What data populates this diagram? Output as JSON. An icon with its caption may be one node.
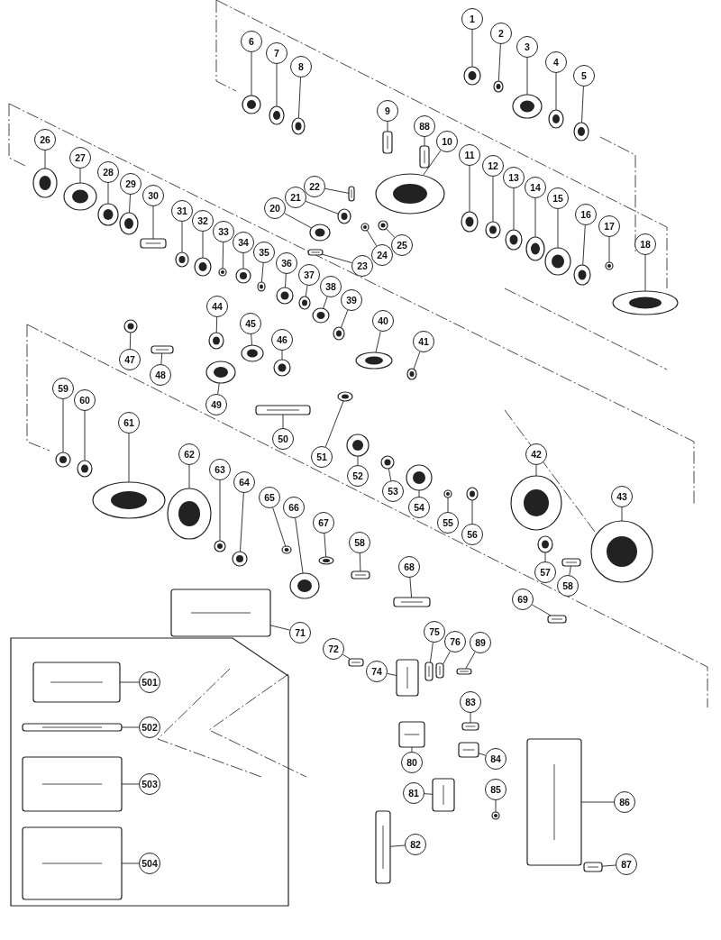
{
  "diagram": {
    "nodes": [
      {
        "text": [
          "1"
        ]
      },
      {
        "text": [
          "2"
        ]
      },
      {
        "text": [
          "3"
        ]
      },
      {
        "text": [
          "4"
        ]
      },
      {
        "text": [
          "5"
        ]
      },
      {
        "text": [
          "6"
        ]
      },
      {
        "text": [
          "7"
        ]
      },
      {
        "text": [
          "8"
        ]
      },
      {
        "text": [
          "9"
        ]
      },
      {
        "text": [
          "88"
        ]
      },
      {
        "text": [
          "10"
        ]
      },
      {
        "text": [
          "11"
        ]
      },
      {
        "text": [
          "12"
        ]
      },
      {
        "text": [
          "13"
        ]
      },
      {
        "text": [
          "14"
        ]
      },
      {
        "text": [
          "15"
        ]
      },
      {
        "text": [
          "16"
        ]
      },
      {
        "text": [
          "17"
        ]
      },
      {
        "text": [
          "18"
        ]
      },
      {
        "text": [
          "20"
        ]
      },
      {
        "text": [
          "21"
        ]
      },
      {
        "text": [
          "22"
        ]
      },
      {
        "text": [
          "23"
        ]
      },
      {
        "text": [
          "24"
        ]
      },
      {
        "text": [
          "25"
        ]
      },
      {
        "text": [
          "26"
        ]
      },
      {
        "text": [
          "27"
        ]
      },
      {
        "text": [
          "28"
        ]
      },
      {
        "text": [
          "29"
        ]
      },
      {
        "text": [
          "30"
        ]
      },
      {
        "text": [
          "31"
        ]
      },
      {
        "text": [
          "32"
        ]
      },
      {
        "text": [
          "33"
        ]
      },
      {
        "text": [
          "34"
        ]
      },
      {
        "text": [
          "35"
        ]
      },
      {
        "text": [
          "36"
        ]
      },
      {
        "text": [
          "37"
        ]
      },
      {
        "text": [
          "38"
        ]
      },
      {
        "text": [
          "39"
        ]
      },
      {
        "text": [
          "40"
        ]
      },
      {
        "text": [
          "41"
        ]
      },
      {
        "text": [
          "42"
        ]
      },
      {
        "text": [
          "43"
        ]
      },
      {
        "text": [
          "44"
        ]
      },
      {
        "text": [
          "45"
        ]
      },
      {
        "text": [
          "46"
        ]
      },
      {
        "text": [
          "47"
        ]
      },
      {
        "text": [
          "48"
        ]
      },
      {
        "text": [
          "49"
        ]
      },
      {
        "text": [
          "50"
        ]
      },
      {
        "text": [
          "51"
        ]
      },
      {
        "text": [
          "52"
        ]
      },
      {
        "text": [
          "53"
        ]
      },
      {
        "text": [
          "54"
        ]
      },
      {
        "text": [
          "55"
        ]
      },
      {
        "text": [
          "56"
        ]
      },
      {
        "text": [
          "57"
        ]
      },
      {
        "text": [
          "58"
        ]
      },
      {
        "text": [
          "59"
        ]
      },
      {
        "text": [
          "60"
        ]
      },
      {
        "text": [
          "61"
        ]
      },
      {
        "text": [
          "62"
        ]
      },
      {
        "text": [
          "63"
        ]
      },
      {
        "text": [
          "64"
        ]
      },
      {
        "text": [
          "65"
        ]
      },
      {
        "text": [
          "66"
        ]
      },
      {
        "text": [
          "67"
        ]
      },
      {
        "text": [
          "58"
        ]
      },
      {
        "text": [
          "68"
        ]
      },
      {
        "text": [
          "69"
        ]
      },
      {
        "text": [
          "71"
        ]
      },
      {
        "text": [
          "72"
        ]
      },
      {
        "text": [
          "74"
        ]
      },
      {
        "text": [
          "75"
        ]
      },
      {
        "text": [
          "76"
        ]
      },
      {
        "text": [
          "89"
        ]
      },
      {
        "text": [
          "80"
        ]
      },
      {
        "text": [
          "81"
        ]
      },
      {
        "text": [
          "82"
        ]
      },
      {
        "text": [
          "83"
        ]
      },
      {
        "text": [
          "84"
        ]
      },
      {
        "text": [
          "85"
        ]
      },
      {
        "text": [
          "86"
        ]
      },
      {
        "text": [
          "87"
        ]
      },
      {
        "text": [
          "501"
        ]
      },
      {
        "text": [
          "502"
        ]
      },
      {
        "text": [
          "503"
        ]
      },
      {
        "text": [
          "504"
        ]
      },
      {
        "text": [],
        "shape": "picture"
      },
      {
        "text": [],
        "shape": "picture"
      },
      {
        "text": [],
        "shape": "picture"
      },
      {
        "text": [],
        "shape": "picture"
      },
      {
        "text": [],
        "shape": "picture"
      },
      {
        "text": [],
        "shape": "picture"
      },
      {
        "text": [],
        "shape": "picture"
      },
      {
        "text": [],
        "shape": "picture"
      },
      {
        "text": [],
        "shape": "picture"
      },
      {
        "text": [],
        "shape": "picture"
      },
      {
        "text": [],
        "shape": "picture"
      },
      {
        "text": [],
        "shape": "picture"
      },
      {
        "text": [],
        "shape": "picture"
      },
      {
        "text": [],
        "shape": "picture"
      },
      {
        "text": [],
        "shape": "picture"
      },
      {
        "text": [],
        "shape": "picture"
      },
      {
        "text": [],
        "shape": "picture"
      },
      {
        "text": [],
        "shape": "picture"
      },
      {
        "text": [],
        "shape": "picture"
      },
      {
        "text": [],
        "shape": "picture"
      },
      {
        "text": [],
        "shape": "picture"
      },
      {
        "text": [],
        "shape": "picture"
      },
      {
        "text": [],
        "shape": "picture"
      },
      {
        "text": [],
        "shape": "picture"
      },
      {
        "text": [],
        "shape": "picture"
      },
      {
        "text": [],
        "shape": "picture"
      },
      {
        "text": [],
        "shape": "picture"
      },
      {
        "text": [],
        "shape": "picture"
      },
      {
        "text": [],
        "shape": "picture"
      },
      {
        "text": [],
        "shape": "picture"
      },
      {
        "text": [],
        "shape": "picture"
      },
      {
        "text": [],
        "shape": "picture"
      },
      {
        "text": [],
        "shape": "picture"
      },
      {
        "text": [],
        "shape": "picture"
      },
      {
        "text": [],
        "shape": "picture"
      },
      {
        "text": [],
        "shape": "picture"
      },
      {
        "text": [],
        "shape": "picture"
      },
      {
        "text": [],
        "shape": "picture"
      },
      {
        "text": [],
        "shape": "picture"
      },
      {
        "text": [],
        "shape": "picture"
      },
      {
        "text": [],
        "shape": "picture"
      },
      {
        "text": [],
        "shape": "picture"
      },
      {
        "text": [],
        "shape": "picture"
      },
      {
        "text": [],
        "shape": "picture"
      },
      {
        "text": [],
        "shape": "picture"
      },
      {
        "text": [],
        "shape": "picture"
      },
      {
        "text": [],
        "shape": "picture"
      },
      {
        "text": [],
        "shape": "picture"
      },
      {
        "text": [],
        "shape": "picture"
      },
      {
        "text": [],
        "shape": "picture"
      },
      {
        "text": [],
        "shape": "picture"
      },
      {
        "text": [],
        "shape": "picture"
      },
      {
        "text": [],
        "shape": "picture"
      },
      {
        "text": [],
        "shape": "picture"
      },
      {
        "text": [],
        "shape": "picture"
      },
      {
        "text": [],
        "shape": "picture"
      },
      {
        "text": [],
        "shape": "picture"
      },
      {
        "text": [],
        "shape": "picture"
      },
      {
        "text": [],
        "shape": "picture"
      },
      {
        "text": [],
        "shape": "picture"
      },
      {
        "text": [],
        "shape": "picture"
      },
      {
        "text": [],
        "shape": "picture"
      },
      {
        "text": [],
        "shape": "picture"
      },
      {
        "text": [],
        "shape": "picture"
      },
      {
        "text": [],
        "shape": "picture"
      },
      {
        "text": [],
        "shape": "picture"
      },
      {
        "text": [],
        "shape": "picture"
      },
      {
        "text": [],
        "shape": "picture"
      },
      {
        "text": [],
        "shape": "picture"
      },
      {
        "text": [],
        "shape": "picture"
      },
      {
        "text": [],
        "shape": "picture"
      },
      {
        "text": [],
        "shape": "picture"
      },
      {
        "text": [],
        "shape": "picture"
      },
      {
        "text": [],
        "shape": "picture"
      },
      {
        "text": [],
        "shape": "picture"
      },
      {
        "text": [],
        "shape": "picture"
      },
      {
        "text": [],
        "shape": "picture"
      },
      {
        "text": [],
        "shape": "picture"
      },
      {
        "text": [],
        "shape": "picture"
      },
      {
        "text": [],
        "shape": "picture"
      },
      {
        "text": [],
        "shape": "picture"
      },
      {
        "text": [],
        "shape": "picture"
      },
      {
        "text": [],
        "shape": "picture"
      },
      {
        "text": [],
        "shape": "picture"
      },
      {
        "text": [],
        "shape": "picture"
      },
      {
        "text": [],
        "shape": "picture"
      },
      {
        "text": [],
        "shape": "picture"
      },
      {
        "text": [],
        "shape": "picture"
      }
    ],
    "edges": [
      {
        "from": 0,
        "to": 88,
        "arrow": "none"
      },
      {
        "from": 1,
        "to": 89,
        "arrow": "none"
      },
      {
        "from": 2,
        "to": 90,
        "arrow": "none"
      },
      {
        "from": 3,
        "to": 91,
        "arrow": "none"
      },
      {
        "from": 4,
        "to": 92,
        "arrow": "none"
      },
      {
        "from": 5,
        "to": 93,
        "arrow": "none"
      },
      {
        "from": 6,
        "to": 94,
        "arrow": "none"
      },
      {
        "from": 7,
        "to": 95,
        "arrow": "none"
      },
      {
        "from": 8,
        "to": 96,
        "arrow": "none"
      },
      {
        "from": 9,
        "to": 97,
        "arrow": "none"
      },
      {
        "from": 10,
        "to": 98,
        "arrow": "none"
      },
      {
        "from": 11,
        "to": 99,
        "arrow": "none"
      },
      {
        "from": 12,
        "to": 100,
        "arrow": "none"
      },
      {
        "from": 13,
        "to": 101,
        "arrow": "none"
      },
      {
        "from": 14,
        "to": 102,
        "arrow": "none"
      },
      {
        "from": 15,
        "to": 103,
        "arrow": "none"
      },
      {
        "from": 16,
        "to": 104,
        "arrow": "none"
      },
      {
        "from": 17,
        "to": 105,
        "arrow": "none"
      },
      {
        "from": 18,
        "to": 106,
        "arrow": "none"
      },
      {
        "from": 19,
        "to": 107,
        "arrow": "none"
      },
      {
        "from": 20,
        "to": 108,
        "arrow": "none"
      },
      {
        "from": 21,
        "to": 109,
        "arrow": "none"
      },
      {
        "from": 22,
        "to": 110,
        "arrow": "none"
      },
      {
        "from": 23,
        "to": 111,
        "arrow": "none"
      },
      {
        "from": 24,
        "to": 112,
        "arrow": "none"
      },
      {
        "from": 25,
        "to": 113,
        "arrow": "none"
      },
      {
        "from": 26,
        "to": 114,
        "arrow": "none"
      },
      {
        "from": 27,
        "to": 115,
        "arrow": "none"
      },
      {
        "from": 28,
        "to": 116,
        "arrow": "none"
      },
      {
        "from": 29,
        "to": 117,
        "arrow": "none"
      },
      {
        "from": 30,
        "to": 118,
        "arrow": "none"
      },
      {
        "from": 31,
        "to": 119,
        "arrow": "none"
      },
      {
        "from": 32,
        "to": 120,
        "arrow": "none"
      },
      {
        "from": 33,
        "to": 121,
        "arrow": "none"
      },
      {
        "from": 34,
        "to": 122,
        "arrow": "none"
      },
      {
        "from": 35,
        "to": 123,
        "arrow": "none"
      },
      {
        "from": 36,
        "to": 124,
        "arrow": "none"
      },
      {
        "from": 37,
        "to": 125,
        "arrow": "none"
      },
      {
        "from": 38,
        "to": 126,
        "arrow": "none"
      },
      {
        "from": 39,
        "to": 127,
        "arrow": "none"
      },
      {
        "from": 40,
        "to": 128,
        "arrow": "none"
      },
      {
        "from": 41,
        "to": 129,
        "arrow": "none"
      },
      {
        "from": 42,
        "to": 130,
        "arrow": "none"
      },
      {
        "from": 43,
        "to": 131,
        "arrow": "none"
      },
      {
        "from": 44,
        "to": 132,
        "arrow": "none"
      },
      {
        "from": 45,
        "to": 133,
        "arrow": "none"
      },
      {
        "from": 46,
        "to": 134,
        "arrow": "none"
      },
      {
        "from": 47,
        "to": 135,
        "arrow": "none"
      },
      {
        "from": 48,
        "to": 136,
        "arrow": "none"
      },
      {
        "from": 49,
        "to": 137,
        "arrow": "none"
      },
      {
        "from": 50,
        "to": 138,
        "arrow": "none"
      },
      {
        "from": 51,
        "to": 139,
        "arrow": "none"
      },
      {
        "from": 52,
        "to": 140,
        "arrow": "none"
      },
      {
        "from": 53,
        "to": 141,
        "arrow": "none"
      },
      {
        "from": 54,
        "to": 142,
        "arrow": "none"
      },
      {
        "from": 55,
        "to": 143,
        "arrow": "none"
      },
      {
        "from": 56,
        "to": 144,
        "arrow": "none"
      },
      {
        "from": 57,
        "to": 145,
        "arrow": "none"
      },
      {
        "from": 58,
        "to": 146,
        "arrow": "none"
      },
      {
        "from": 59,
        "to": 147,
        "arrow": "none"
      },
      {
        "from": 60,
        "to": 148,
        "arrow": "none"
      },
      {
        "from": 61,
        "to": 149,
        "arrow": "none"
      },
      {
        "from": 62,
        "to": 150,
        "arrow": "none"
      },
      {
        "from": 63,
        "to": 151,
        "arrow": "none"
      },
      {
        "from": 64,
        "to": 152,
        "arrow": "none"
      },
      {
        "from": 65,
        "to": 153,
        "arrow": "none"
      },
      {
        "from": 66,
        "to": 154,
        "arrow": "none"
      },
      {
        "from": 67,
        "to": 155,
        "arrow": "none"
      },
      {
        "from": 68,
        "to": 156,
        "arrow": "none"
      },
      {
        "from": 69,
        "to": 157,
        "arrow": "none"
      },
      {
        "from": 70,
        "to": 158,
        "arrow": "none"
      },
      {
        "from": 71,
        "to": 159,
        "arrow": "none"
      },
      {
        "from": 72,
        "to": 160,
        "arrow": "none"
      },
      {
        "from": 73,
        "to": 161,
        "arrow": "none"
      },
      {
        "from": 74,
        "to": 162,
        "arrow": "none"
      },
      {
        "from": 75,
        "to": 163,
        "arrow": "none"
      },
      {
        "from": 76,
        "to": 164,
        "arrow": "none"
      },
      {
        "from": 77,
        "to": 165,
        "arrow": "none"
      },
      {
        "from": 78,
        "to": 166,
        "arrow": "none"
      },
      {
        "from": 79,
        "to": 167,
        "arrow": "none"
      },
      {
        "from": 80,
        "to": 168,
        "arrow": "none"
      },
      {
        "from": 81,
        "to": 169,
        "arrow": "none"
      },
      {
        "from": 82,
        "to": 170,
        "arrow": "none"
      },
      {
        "from": 83,
        "to": 171,
        "arrow": "none"
      },
      {
        "from": 84,
        "to": 172,
        "arrow": "none"
      },
      {
        "from": 85,
        "to": 173,
        "arrow": "none"
      },
      {
        "from": 86,
        "to": 174,
        "arrow": "none"
      },
      {
        "from": 87,
        "to": 175,
        "arrow": "none"
      }
    ]
  }
}
